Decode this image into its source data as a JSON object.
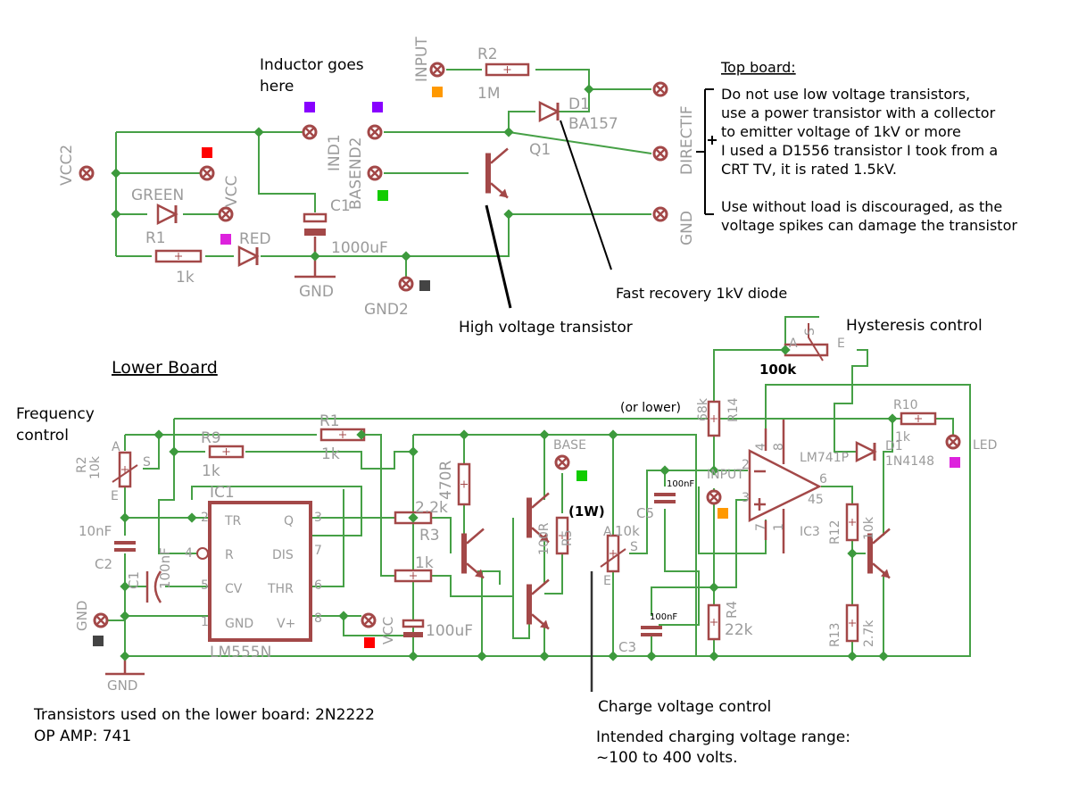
{
  "colors": {
    "wire": "#46a046",
    "component": "#a34848",
    "label": "#9b9b9b",
    "annotation": "#000000",
    "marker_orange": "#ff9900",
    "marker_purple": "#8800ff",
    "marker_red": "#ff0000",
    "marker_green": "#11cc00",
    "marker_magenta": "#dd22dd",
    "marker_dark": "#444444"
  },
  "top": {
    "inductor_note_1": "Inductor goes",
    "inductor_note_2": "here",
    "input": "INPUT",
    "r2": "R2",
    "r2_val": "1M",
    "d1": "D1",
    "d1_val": "BA157",
    "q1": "Q1",
    "vcc2": "VCC2",
    "vcc": "VCC",
    "green": "GREEN",
    "red": "RED",
    "r1": "R1",
    "r1_val": "1k",
    "ind1": "IND1",
    "basend2": "BASEND2",
    "c1": "C1",
    "c1_val": "1000uF",
    "gnd": "GND",
    "gnd2": "GND2",
    "directif": "DIRECTIF",
    "gnd_out": "GND",
    "plus": "+",
    "hv_transistor_note": "High voltage transistor",
    "diode_note": "Fast recovery 1kV diode",
    "notes_title": "Top board:",
    "notes": [
      "Do not use low voltage transistors,",
      "use a power transistor with a collector",
      "to emitter voltage of 1kV or more",
      "I used a D1556 transistor I took from a",
      "CRT TV, it is rated 1.5kV.",
      "Use without load is discouraged, as the",
      "voltage spikes can damage the transistor"
    ]
  },
  "lower": {
    "title": "Lower Board",
    "freq_1": "Frequency",
    "freq_2": "control",
    "r2": "R2",
    "r2_val": "10k",
    "pot_a": "A",
    "pot_s": "S",
    "pot_e": "E",
    "r9": "R9",
    "r9_val": "1k",
    "r1": "R1",
    "r1_val": "1k",
    "ic1": "IC1",
    "ic1_type": "LM555N",
    "pins": {
      "tr": "TR",
      "q": "Q",
      "r": "R",
      "dis": "DIS",
      "cv": "CV",
      "thr": "THR",
      "gnd": "GND",
      "vplus": "V+",
      "p1": "1",
      "p2": "2",
      "p3": "3",
      "p4": "4",
      "p5": "5",
      "p6": "6",
      "p7": "7",
      "p8": "8"
    },
    "c2": "C2",
    "c2_val": "10nF",
    "c1": "C1",
    "c1_val": "100nF",
    "gnd_pad": "GND",
    "gnd_sym": "GND",
    "vcc": "VCC",
    "c_100uf": "100uF",
    "r3": "R3",
    "r3_val": "2.2k",
    "r_1k": "1k",
    "r_470": "470R",
    "base": "BASE",
    "r5": "R5",
    "r5_val": "100R",
    "one_w": "(1W)",
    "pot2_val": "10k",
    "c5": "C5",
    "c5_val": "100nF",
    "c3": "C3",
    "c3_val": "100nF",
    "or_lower": "(or lower)",
    "r14": "R14",
    "r14_val": "68k",
    "hyst": "Hysteresis control",
    "hyst_val": "100k",
    "input": "INPUT",
    "r4": "R4",
    "r4_val": "22k",
    "lm741": "LM741P",
    "ic3": "IC3",
    "op_pins": {
      "p2": "2",
      "p3": "3",
      "p4": "4",
      "p8": "8",
      "p6": "6",
      "p7": "7",
      "p1": "1",
      "p45": "45"
    },
    "r10": "R10",
    "r10_val": "1k",
    "d1": "D1",
    "d1_val": "1N4148",
    "led": "LED",
    "r12": "R12",
    "r12_val": "10k",
    "r13": "R13",
    "r13_val": "2.7k",
    "charge_note": "Charge voltage control",
    "range_1": "Intended charging voltage range:",
    "range_2": "~100 to 400 volts.",
    "transistors_note": "Transistors used on the lower board: 2N2222",
    "opamp_note": "OP AMP: 741"
  }
}
